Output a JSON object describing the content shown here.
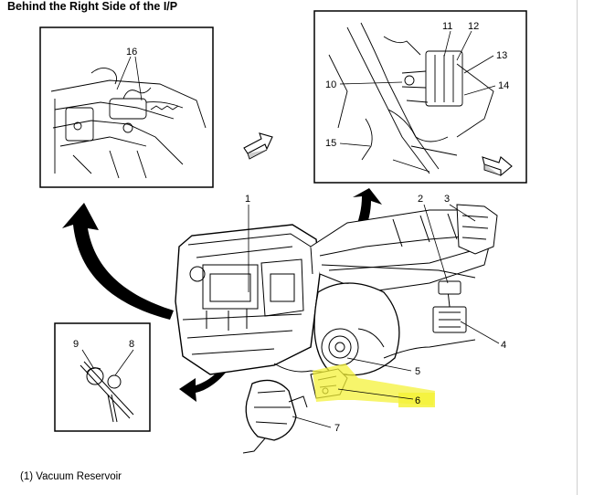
{
  "title": "Behind the Right Side of the I/P",
  "caption": "(1) Vacuum Reservoir",
  "callouts": {
    "c1": "1",
    "c2": "2",
    "c3": "3",
    "c4": "4",
    "c5": "5",
    "c6": "6",
    "c7": "7",
    "c8": "8",
    "c9": "9",
    "c10": "10",
    "c11": "11",
    "c12": "12",
    "c13": "13",
    "c14": "14",
    "c15": "15",
    "c16": "16"
  },
  "colors": {
    "highlight": "#f4f23a",
    "line": "#000000",
    "background": "#ffffff"
  }
}
